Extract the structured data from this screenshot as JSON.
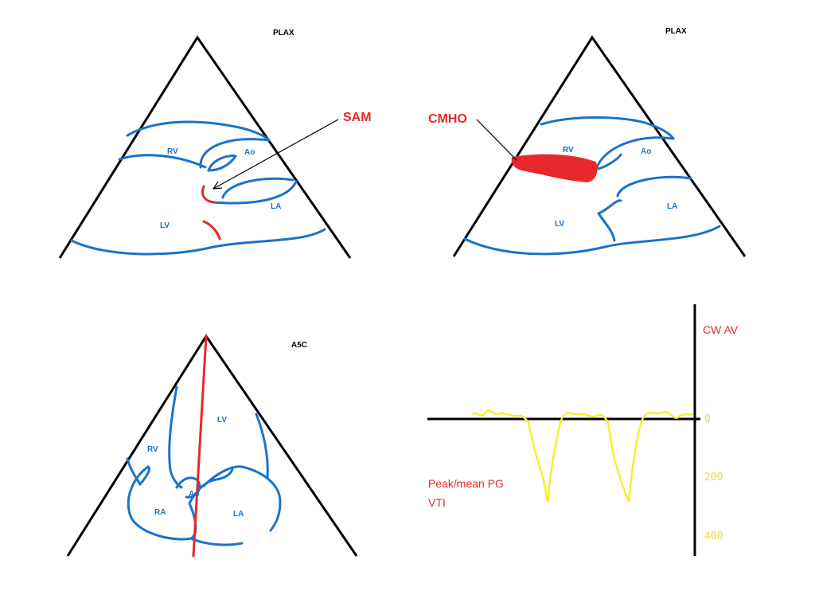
{
  "colors": {
    "outline": "#000000",
    "structure": "#1a73c8",
    "highlight": "#e8282b",
    "doppler": "#f5ef2a",
    "tick": "#f2d64a"
  },
  "panel_plax_sam": {
    "view_label": "PLAX",
    "annotation": "SAM",
    "labels": {
      "rv": "RV",
      "ao": "Ao",
      "lv": "LV",
      "la": "LA"
    }
  },
  "panel_plax_cmho": {
    "view_label": "PLAX",
    "annotation": "CMHO",
    "labels": {
      "rv": "RV",
      "ao": "Ao",
      "lv": "LV",
      "la": "LA"
    }
  },
  "panel_a5c": {
    "view_label": "A5C",
    "labels": {
      "lv": "LV",
      "rv": "RV",
      "ao": "Ao",
      "ra": "RA",
      "la": "LA"
    }
  },
  "panel_doppler": {
    "title": "CW AV",
    "measurements": [
      "Peak/mean PG",
      "VTI"
    ],
    "ticks": [
      "0",
      "200",
      "400"
    ]
  }
}
